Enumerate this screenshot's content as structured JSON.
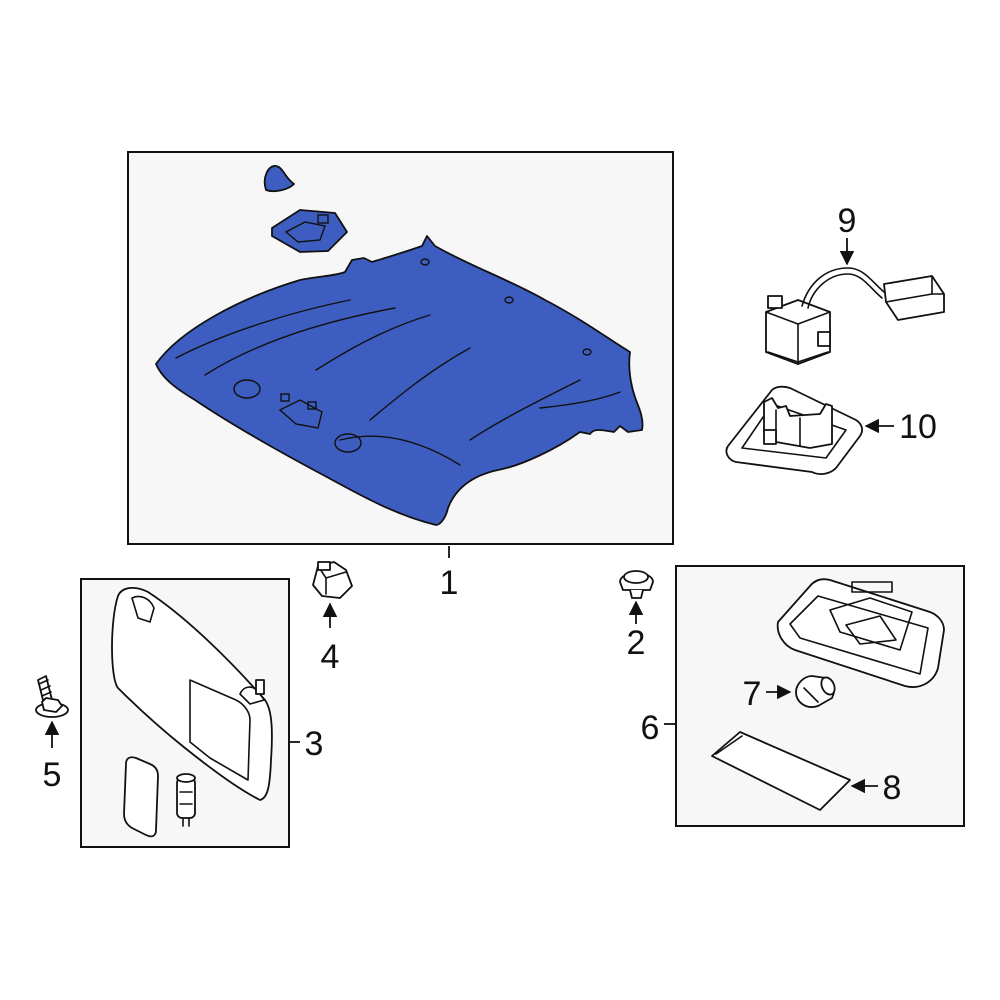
{
  "diagram": {
    "accent_color": "#3d5ec0",
    "callouts": [
      {
        "id": "1",
        "label": "1"
      },
      {
        "id": "2",
        "label": "2"
      },
      {
        "id": "3",
        "label": "3"
      },
      {
        "id": "4",
        "label": "4"
      },
      {
        "id": "5",
        "label": "5"
      },
      {
        "id": "6",
        "label": "6"
      },
      {
        "id": "7",
        "label": "7"
      },
      {
        "id": "8",
        "label": "8"
      },
      {
        "id": "9",
        "label": "9"
      },
      {
        "id": "10",
        "label": "10"
      }
    ]
  }
}
